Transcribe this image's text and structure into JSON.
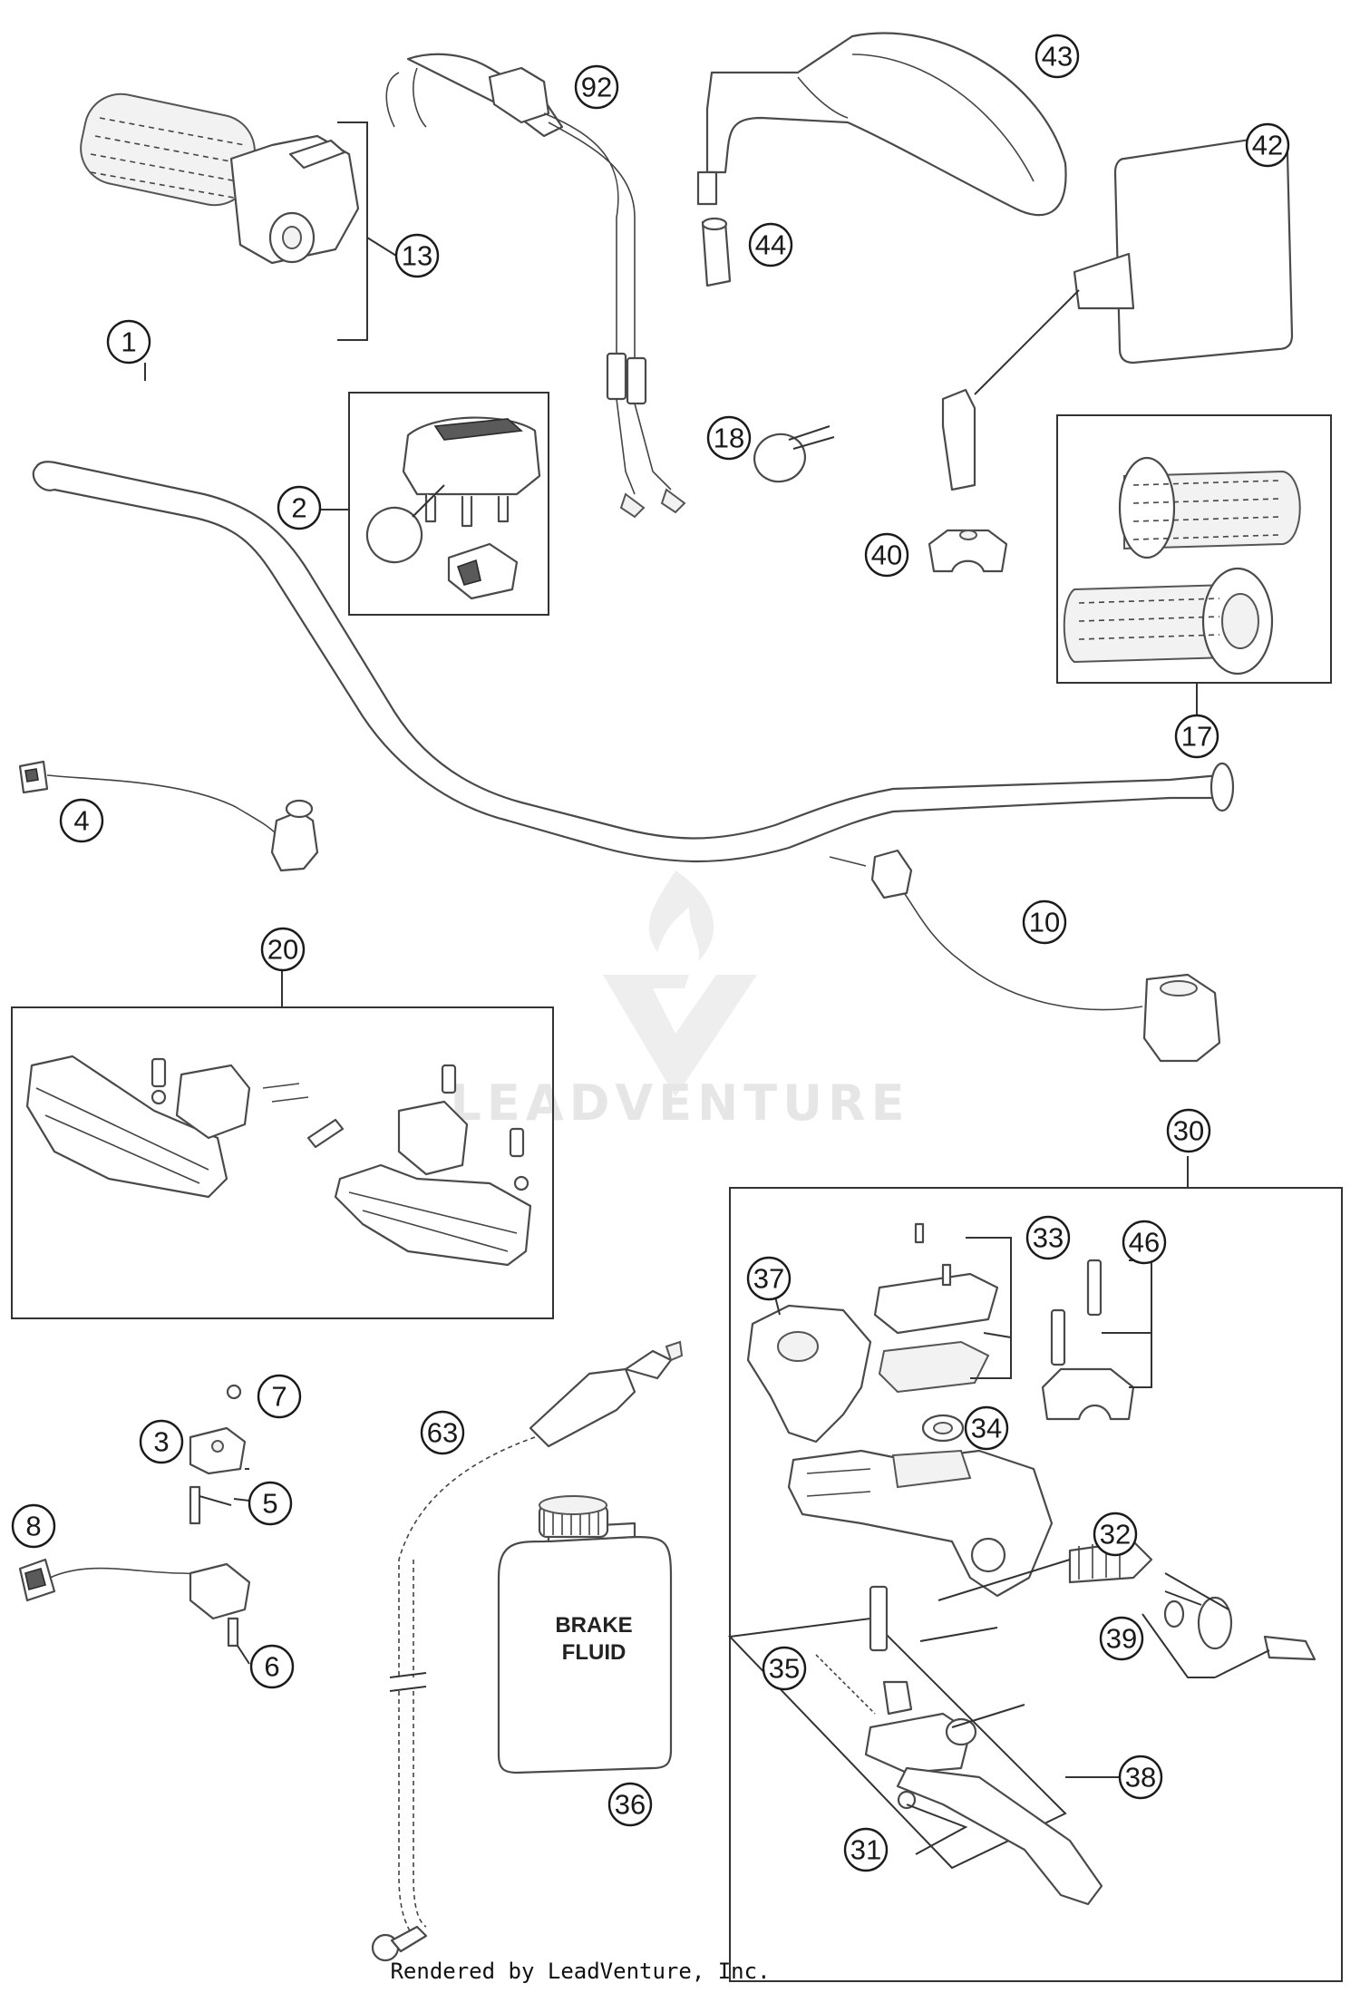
{
  "callouts": [
    "1",
    "2",
    "3",
    "4",
    "5",
    "6",
    "7",
    "8",
    "10",
    "13",
    "17",
    "18",
    "20",
    "30",
    "31",
    "32",
    "33",
    "34",
    "35",
    "36",
    "37",
    "38",
    "39",
    "40",
    "42",
    "43",
    "44",
    "46",
    "63",
    "92"
  ],
  "bottle": {
    "line1": "BRAKE",
    "line2": "FLUID"
  },
  "watermark": {
    "text": "LEADVENTURE"
  },
  "credit": "Rendered by LeadVenture, Inc."
}
